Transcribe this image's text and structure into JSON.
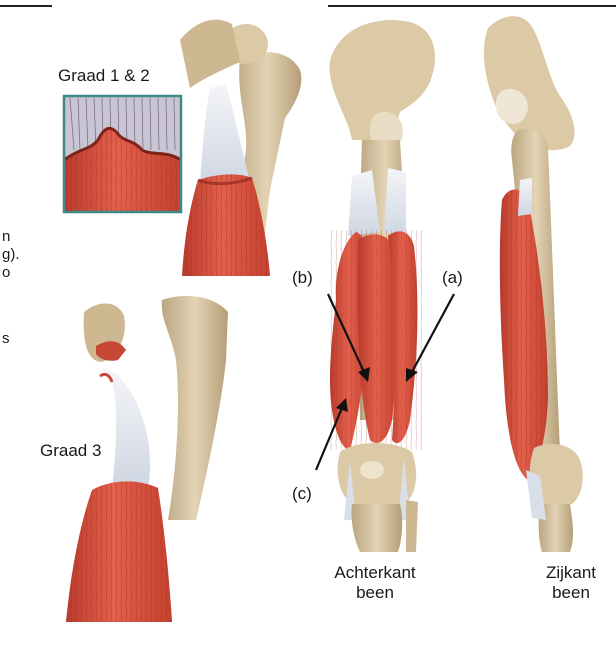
{
  "labels": {
    "grade_1_2": "Graad 1 & 2",
    "grade_3": "Graad 3",
    "marker_a": "(a)",
    "marker_b": "(b)",
    "marker_c": "(c)",
    "back_view_line1": "Achterkant",
    "back_view_line2": "been",
    "side_view_line1": "Zijkant",
    "side_view_line2": "been"
  },
  "clipped_text": [
    "n",
    "g).",
    "o",
    "s"
  ],
  "colors": {
    "muscle": "#d9503f",
    "muscle_dark": "#b83a2c",
    "bone": "#d8c7a6",
    "bone_shadow": "#b9a37c",
    "tendon": "#eef0f4",
    "inset_border": "#3f8a86",
    "label_text": "#1a1a1a"
  }
}
